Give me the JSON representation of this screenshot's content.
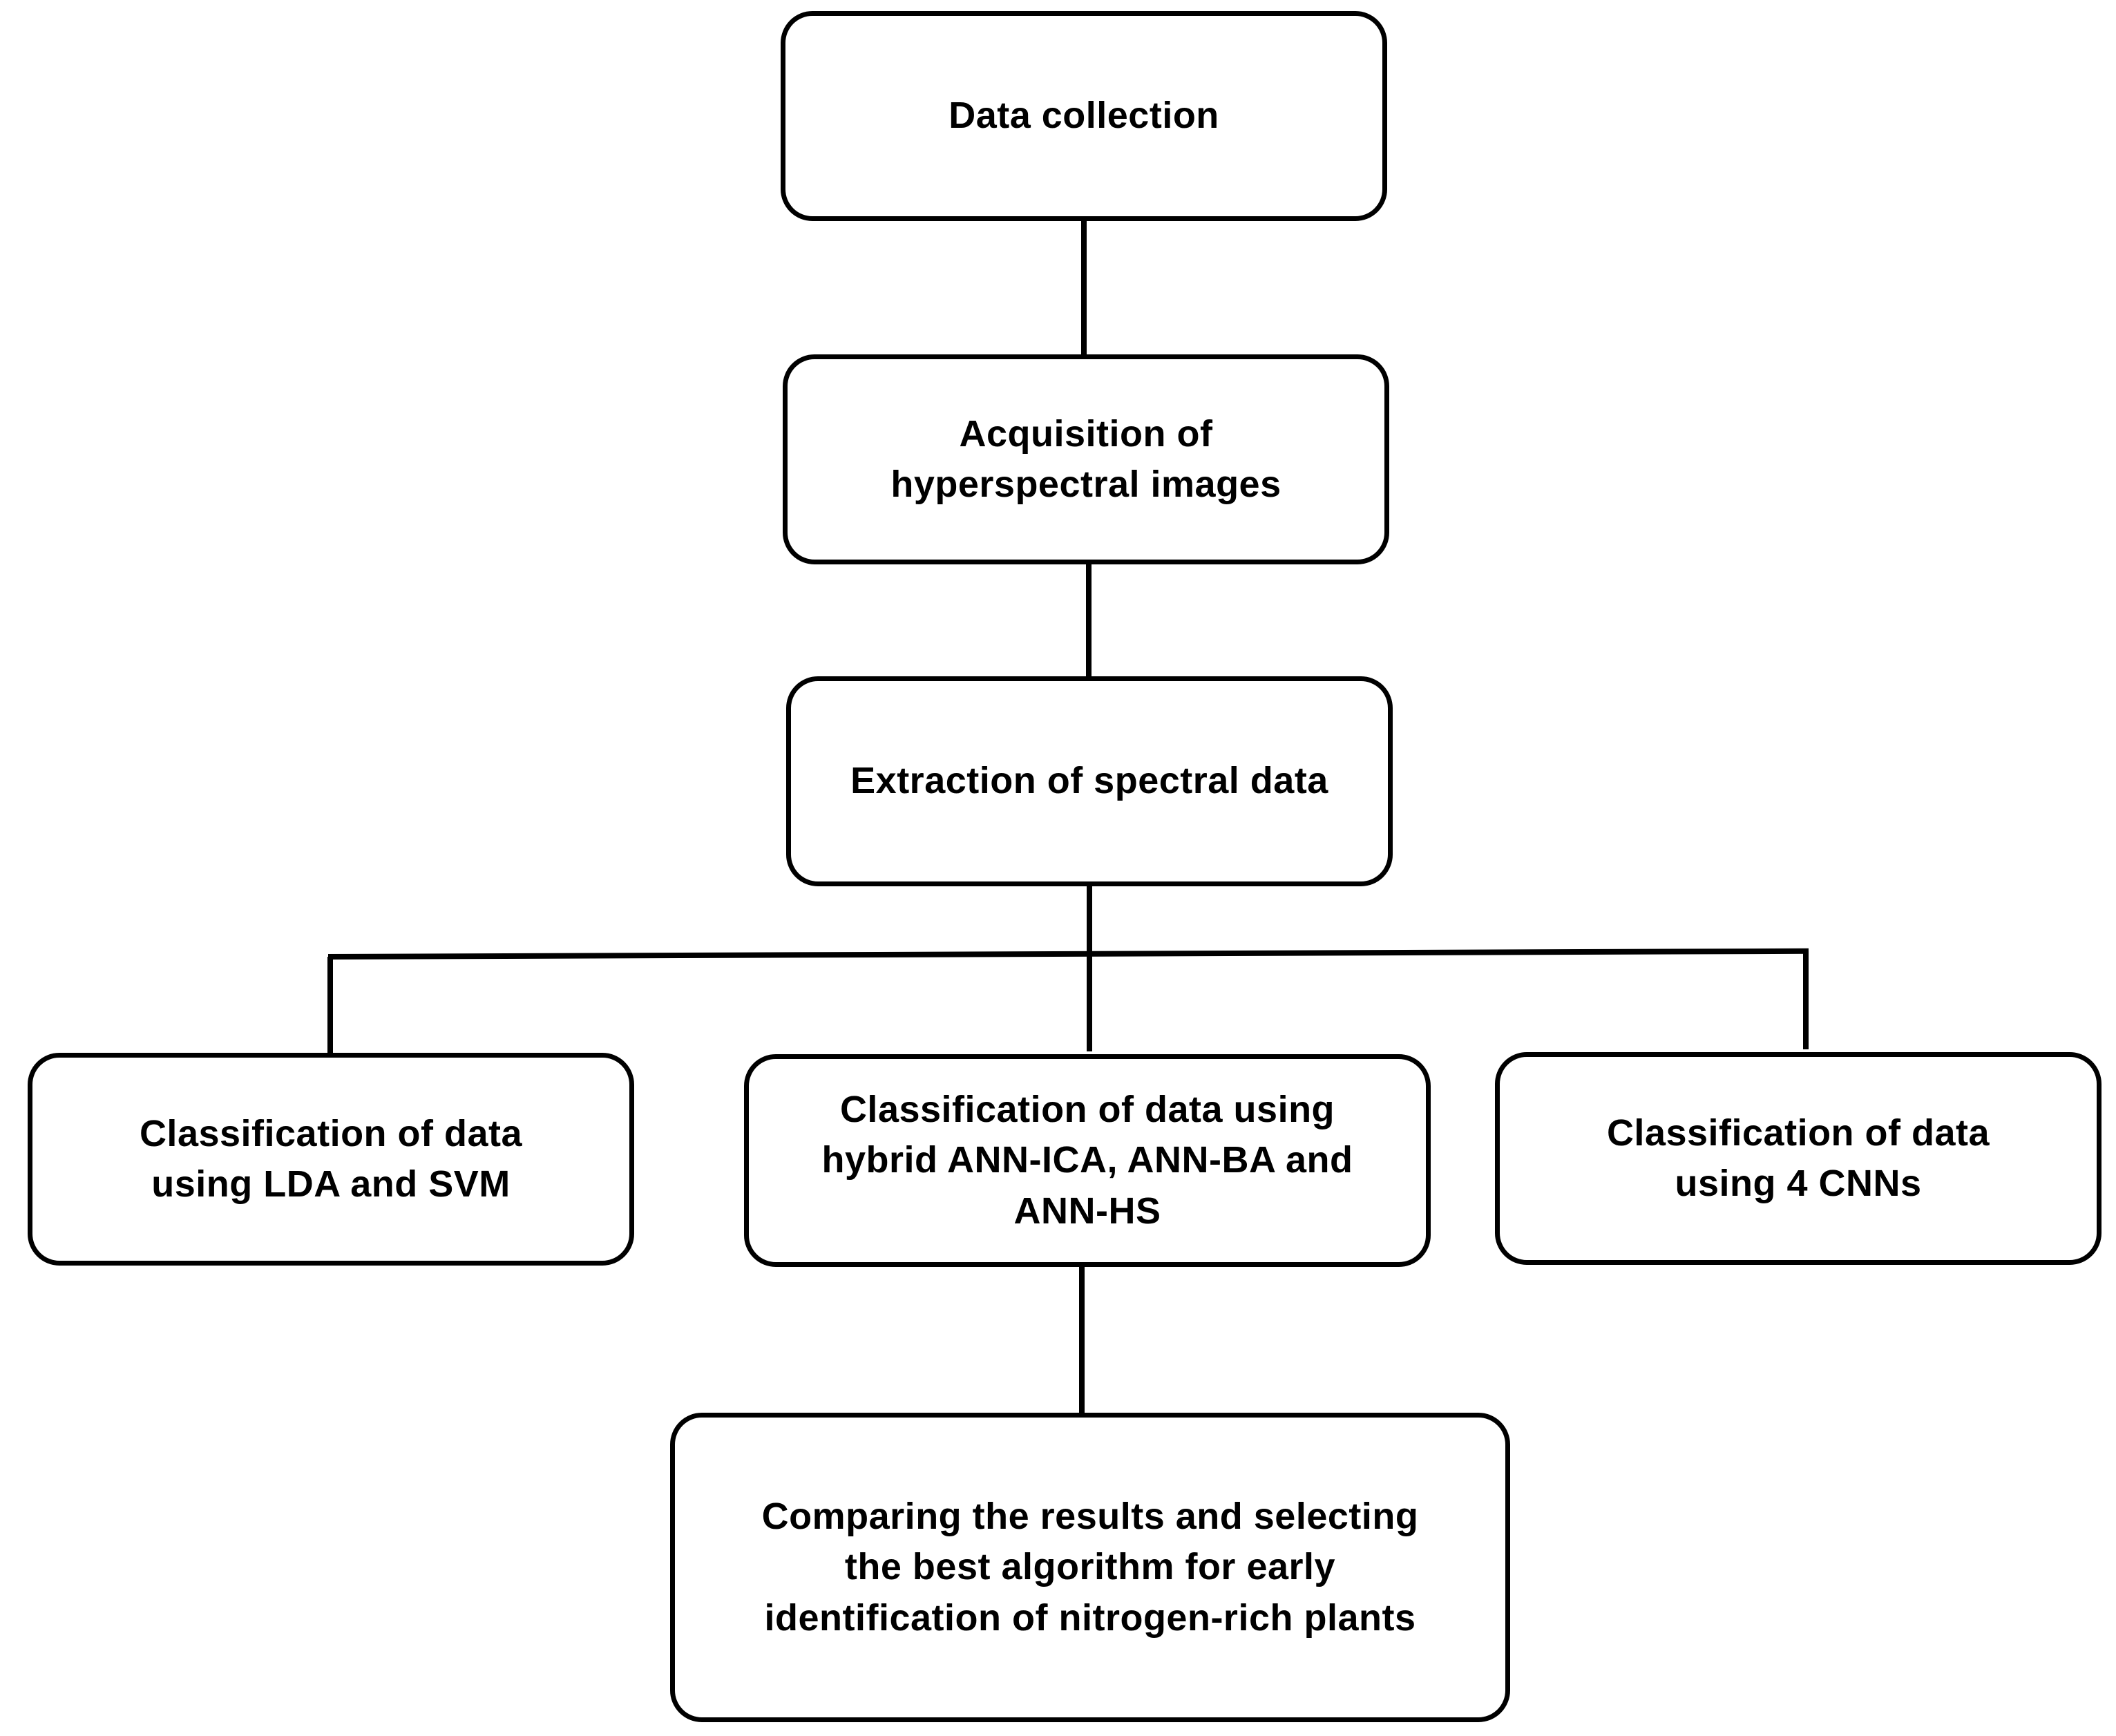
{
  "diagram": {
    "type": "flowchart",
    "line_color": "#000000",
    "box_border_color": "#000000",
    "nodes": {
      "data_collection": "Data collection",
      "acquisition": "Acquisition of\nhyperspectral images",
      "extraction": "Extraction of spectral data",
      "class_lda_svm": "Classification of data\nusing LDA and SVM",
      "class_hybrid": "Classification of data using\nhybrid ANN-ICA, ANN-BA and\nANN-HS",
      "class_cnn": "Classification of data\nusing 4 CNNs",
      "comparison": "Comparing the results and selecting\nthe best algorithm for early\nidentification of nitrogen-rich plants"
    },
    "edges": [
      {
        "from": "Data collection",
        "to": "Acquisition of hyperspectral images"
      },
      {
        "from": "Acquisition of hyperspectral images",
        "to": "Extraction of spectral data"
      },
      {
        "from": "Extraction of spectral data",
        "to": "Classification of data using LDA and SVM"
      },
      {
        "from": "Extraction of spectral data",
        "to": "Classification of data using hybrid ANN-ICA, ANN-BA and ANN-HS"
      },
      {
        "from": "Extraction of spectral data",
        "to": "Classification of data using 4 CNNs"
      },
      {
        "from": "Classification of data using hybrid ANN-ICA, ANN-BA and ANN-HS",
        "to": "Comparing the results and selecting the best algorithm for early identification of nitrogen-rich plants"
      }
    ]
  }
}
